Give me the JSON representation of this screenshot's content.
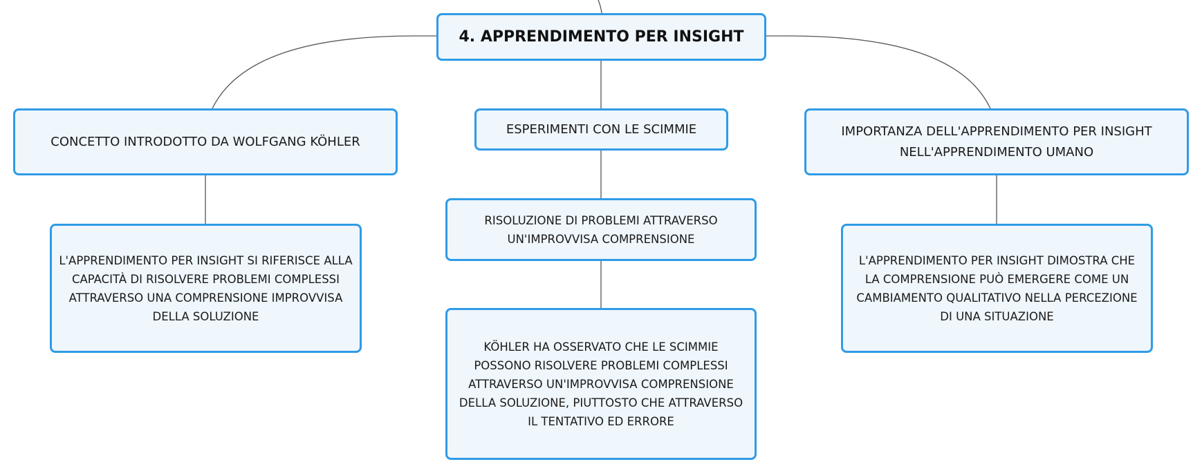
{
  "diagram": {
    "root": {
      "label": "4. APPRENDIMENTO PER INSIGHT"
    },
    "branches": [
      {
        "id": "concept",
        "label": "CONCETTO INTRODOTTO DA WOLFGANG KÖHLER",
        "children": [
          {
            "id": "concept-detail",
            "label": "L'APPRENDIMENTO PER INSIGHT SI RIFERISCE ALLA CAPACITÀ DI RISOLVERE PROBLEMI COMPLESSI ATTRAVERSO UNA COMPRENSIONE IMPROVVISA DELLA SOLUZIONE"
          }
        ]
      },
      {
        "id": "experiments",
        "label": "ESPERIMENTI CON LE SCIMMIE",
        "children": [
          {
            "id": "resolution",
            "label": "RISOLUZIONE DI PROBLEMI ATTRAVERSO UN'IMPROVVISA COMPRENSIONE"
          },
          {
            "id": "kohler-observation",
            "label": "KÖHLER HA OSSERVATO CHE LE SCIMMIE POSSONO RISOLVERE PROBLEMI COMPLESSI ATTRAVERSO UN'IMPROVVISA COMPRENSIONE DELLA SOLUZIONE, PIUTTOSTO CHE ATTRAVERSO IL TENTATIVO ED ERRORE"
          }
        ]
      },
      {
        "id": "importance",
        "label": "IMPORTANZA DELL'APPRENDIMENTO PER INSIGHT NELL'APPRENDIMENTO UMANO",
        "children": [
          {
            "id": "importance-detail",
            "label": "L'APPRENDIMENTO PER INSIGHT DIMOSTRA CHE LA COMPRENSIONE PUÒ EMERGERE COME UN CAMBIAMENTO QUALITATIVO NELLA PERCEZIONE DI UNA SITUAZIONE"
          }
        ]
      }
    ]
  },
  "colors": {
    "node_border": "#2f9be6",
    "node_fill": "#eff6fc",
    "connector": "#555555",
    "text": "#1a1a1a"
  }
}
